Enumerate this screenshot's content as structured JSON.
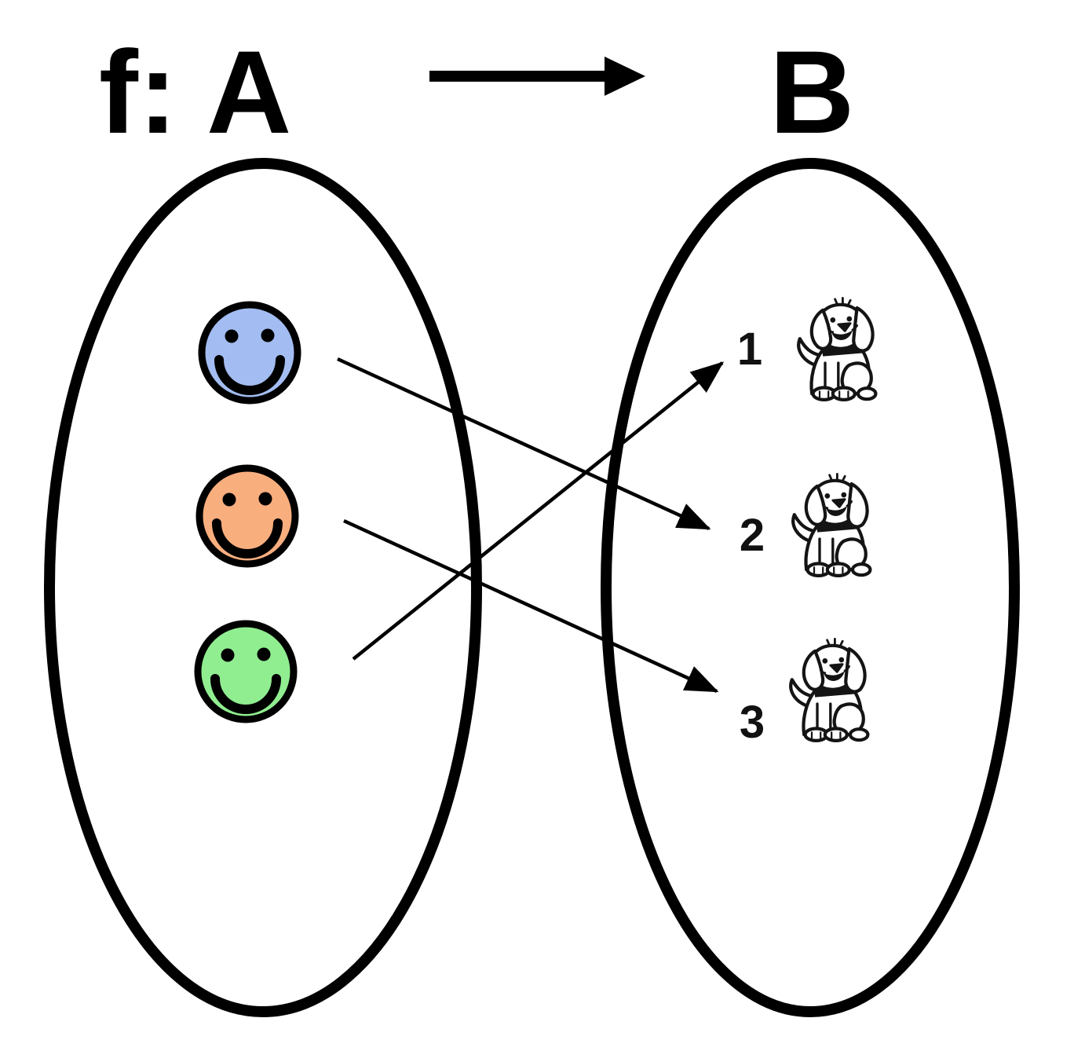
{
  "title": {
    "function_name": "f:",
    "domain_label": "A",
    "codomain_label": "B",
    "maps_to_icon": "right-arrow-icon"
  },
  "sets": {
    "A": {
      "label": "A",
      "elements": [
        {
          "id": "blue-smiley",
          "icon": "smiley-face-icon",
          "color": "#a3bdf2"
        },
        {
          "id": "orange-smiley",
          "icon": "smiley-face-icon",
          "color": "#f9ae7e"
        },
        {
          "id": "green-smiley",
          "icon": "smiley-face-icon",
          "color": "#90ee90"
        }
      ]
    },
    "B": {
      "label": "B",
      "elements": [
        {
          "id": "puppy-1",
          "label": "1",
          "icon": "puppy-icon"
        },
        {
          "id": "puppy-2",
          "label": "2",
          "icon": "puppy-icon"
        },
        {
          "id": "puppy-3",
          "label": "3",
          "icon": "puppy-icon"
        }
      ]
    }
  },
  "mappings": [
    {
      "from": "blue-smiley",
      "to": "2"
    },
    {
      "from": "orange-smiley",
      "to": "3"
    },
    {
      "from": "green-smiley",
      "to": "1"
    }
  ],
  "colors": {
    "outline": "#000000",
    "background": "#ffffff",
    "smiley_blue": "#a3bdf2",
    "smiley_orange": "#f9ae7e",
    "smiley_green": "#90ee90"
  }
}
